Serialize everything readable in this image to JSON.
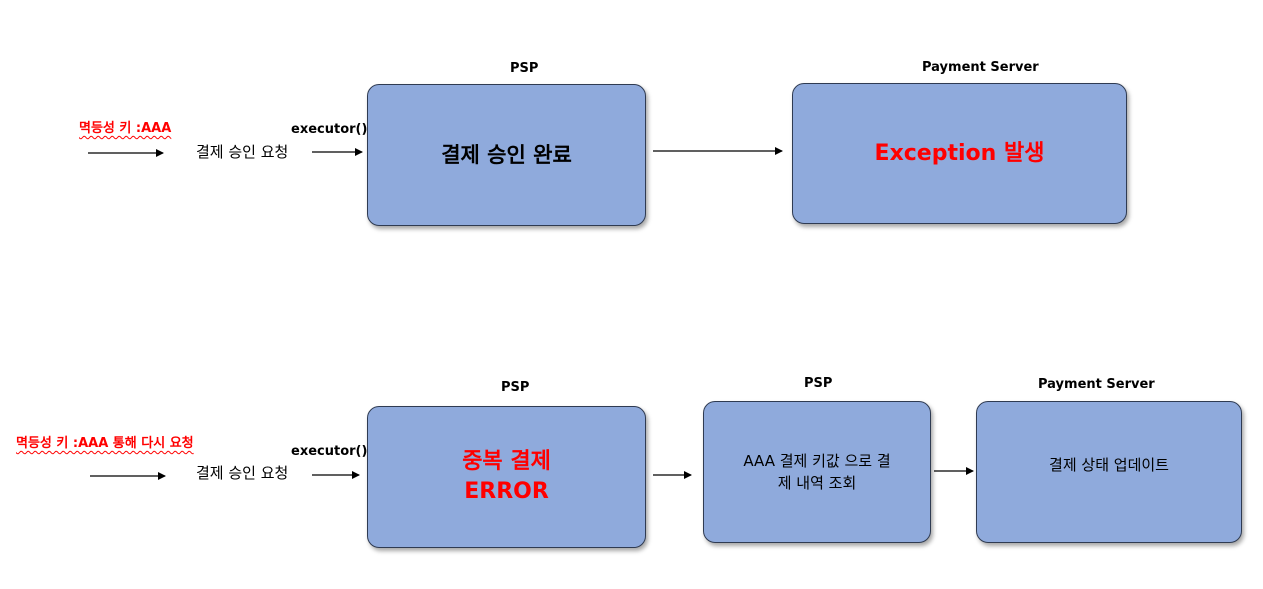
{
  "top_flow": {
    "idempotency_key": "멱등성 키 :AAA",
    "request_label": "결제 승인 요청",
    "executor_label": "executor()",
    "psp_title": "PSP",
    "psp_box_text": "결제 승인 완료",
    "server_title": "Payment Server",
    "server_box_text": "Exception 발생"
  },
  "bottom_flow": {
    "idempotency_key": "멱등성 키 :AAA 통해 다시 요청",
    "request_label": "결제 승인 요청",
    "executor_label": "executor()",
    "psp1_title": "PSP",
    "psp1_line1": "중복 결제",
    "psp1_line2": "ERROR",
    "psp2_title": "PSP",
    "psp2_line1": "AAA 결제 키값 으로 결",
    "psp2_line2": "제 내역 조회",
    "server_title": "Payment Server",
    "server_box_text": "결제 상태 업데이트"
  },
  "colors": {
    "box_fill": "#8faadc",
    "box_border": "#2f3b52",
    "accent_red": "#ff0000"
  }
}
